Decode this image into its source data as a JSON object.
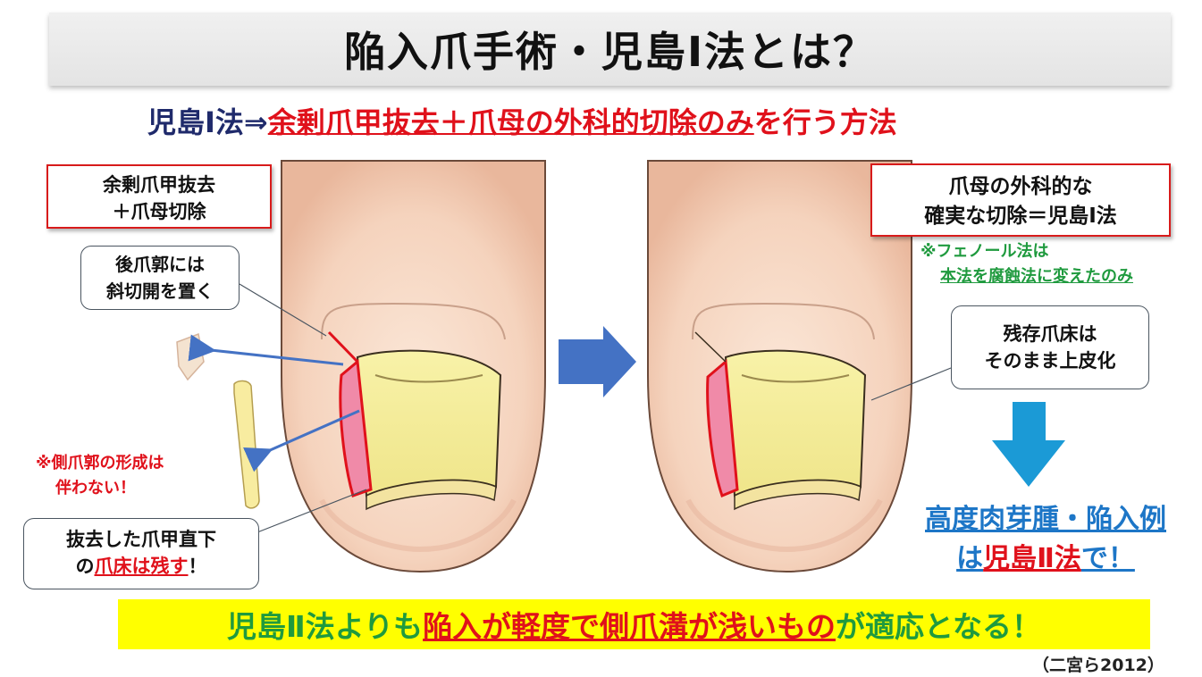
{
  "title": "陥入爪手術・児島Ⅰ法とは？",
  "subtitle": {
    "prefix": "児島Ⅰ法",
    "arrow": "⇒",
    "underlined": "余剰爪甲抜去＋爪母の外科的切除のみ",
    "suffix": "を行う方法"
  },
  "left_panel": {
    "label_box_line1": "余剰爪甲抜去",
    "label_box_line2": "＋爪母切除",
    "callout_top_line1": "後爪郭には",
    "callout_top_line2": "斜切開を置く",
    "note_red_line1": "※側爪郭の形成は",
    "note_red_line2": "伴わない！",
    "callout_bottom_line1": "抜去した爪甲直下",
    "callout_bottom_line2_a": "の",
    "callout_bottom_line2_b": "爪床は残す",
    "callout_bottom_line2_c": "！"
  },
  "right_panel": {
    "label_box_line1": "爪母の外科的な",
    "label_box_line2": "確実な切除＝児島Ⅰ法",
    "note_green_line1": "※フェノール法は",
    "note_green_line2": "本法を腐蝕法に変えたのみ",
    "callout_line1": "残存爪床は",
    "callout_line2": "そのまま上皮化",
    "blue_line1": "高度肉芽腫・陥入例",
    "blue_line2_a": "は",
    "blue_line2_b": "児島Ⅱ法",
    "blue_line2_c": "で！"
  },
  "bottom_banner": {
    "part1": "児島Ⅱ法よりも",
    "part2": "陥入が軽度で側爪溝が浅いもの",
    "part3": "が適応となる！"
  },
  "citation": "（二宮ら2012）",
  "colors": {
    "red": "#e0111b",
    "navy": "#1f2a6b",
    "green": "#1f9a3e",
    "blue": "#1d76c7",
    "arrow_blue": "#4472c4",
    "banner_yellow": "#ffff00",
    "nail_yellow": "#f4ee9e",
    "skin": "#f6d9c6"
  }
}
